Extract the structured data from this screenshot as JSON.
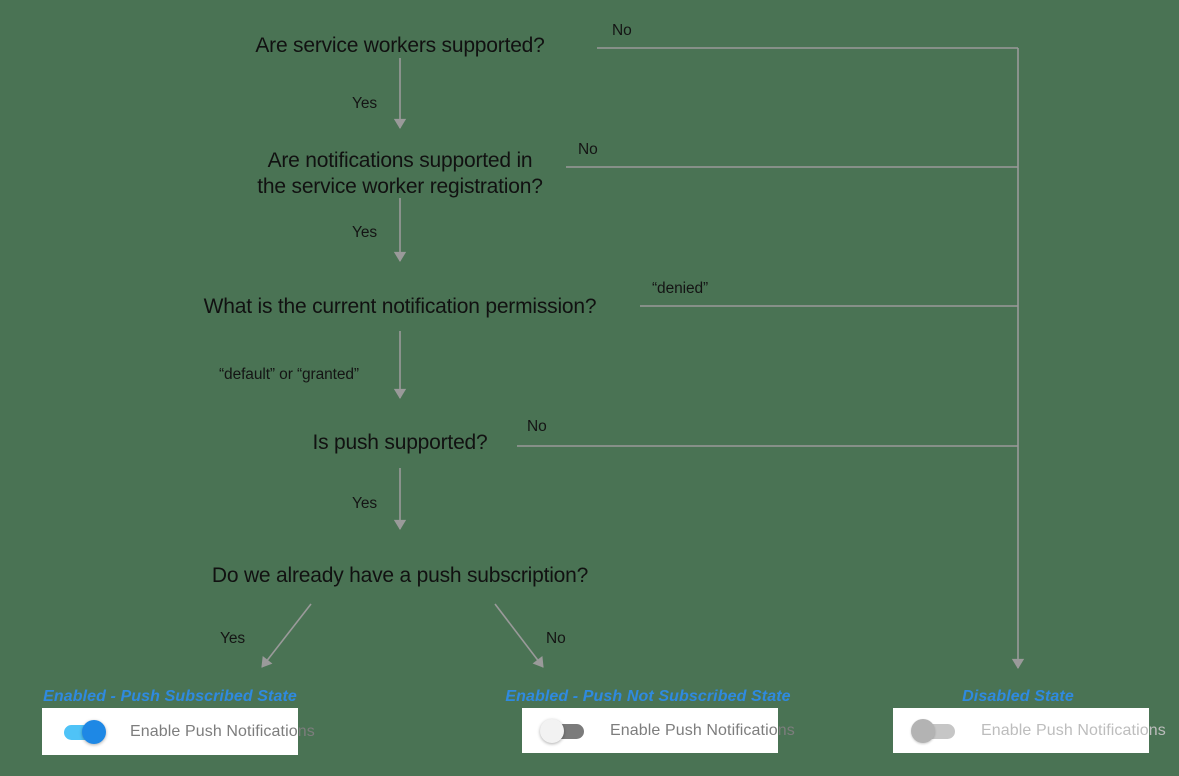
{
  "diagram": {
    "background_color": "#4a7354",
    "line_color": "#9a9a9a",
    "accent_color": "#2f8ae0",
    "nodes": [
      {
        "id": "q1",
        "text": "Are service workers supported?"
      },
      {
        "id": "q2_line1",
        "text": "Are notifications supported in"
      },
      {
        "id": "q2_line2",
        "text": "the service worker registration?"
      },
      {
        "id": "q3",
        "text": "What is the current notification permission?"
      },
      {
        "id": "q4",
        "text": "Is push supported?"
      },
      {
        "id": "q5",
        "text": "Do we already have a push subscription?"
      }
    ],
    "edge_labels": [
      {
        "id": "e1_no",
        "text": "No"
      },
      {
        "id": "e1_yes",
        "text": "Yes"
      },
      {
        "id": "e2_no",
        "text": "No"
      },
      {
        "id": "e2_yes",
        "text": "Yes"
      },
      {
        "id": "e3_denied",
        "text": "“denied”"
      },
      {
        "id": "e3_default_granted",
        "text": "“default” or “granted”"
      },
      {
        "id": "e4_no",
        "text": "No"
      },
      {
        "id": "e4_yes",
        "text": "Yes"
      },
      {
        "id": "e5_yes",
        "text": "Yes"
      },
      {
        "id": "e5_no",
        "text": "No"
      }
    ],
    "outcomes": [
      {
        "id": "subscribed",
        "state_label": "Enabled - Push Subscribed State",
        "toggle_label": "Enable Push Notifications",
        "toggle_state": "on",
        "toggle_disabled": false
      },
      {
        "id": "not-subscribed",
        "state_label": "Enabled - Push Not Subscribed State",
        "toggle_label": "Enable Push Notifications",
        "toggle_state": "off",
        "toggle_disabled": false
      },
      {
        "id": "disabled",
        "state_label": "Disabled State",
        "toggle_label": "Enable Push Notifications",
        "toggle_state": "off",
        "toggle_disabled": true
      }
    ]
  }
}
